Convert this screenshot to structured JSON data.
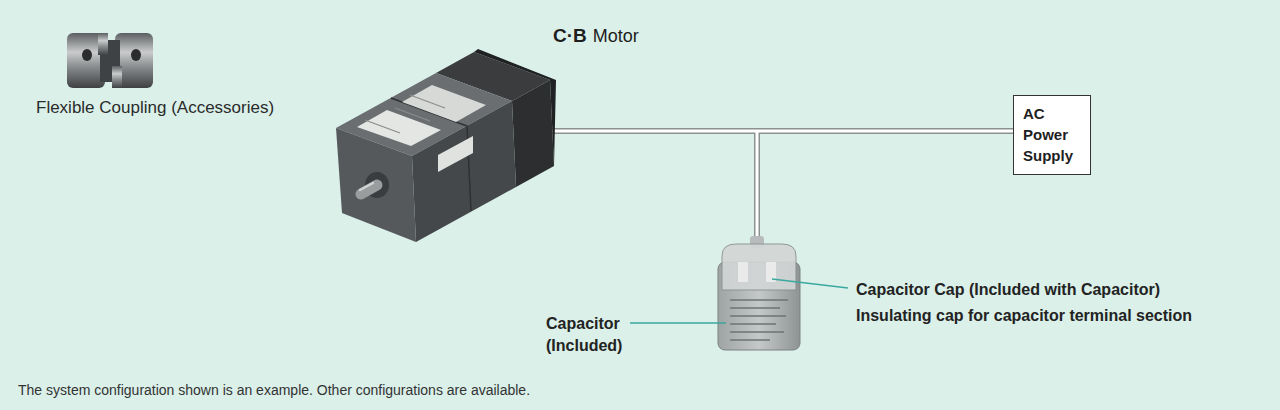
{
  "diagram": {
    "nodes": [
      {
        "text": [
          "AC Power Supply"
        ]
      }
    ],
    "labels": [
      "Flexible Coupling (Accessories)",
      "C·B",
      "Motor",
      "Capacitor (Included)",
      "Capacitor Cap (Included with Capacitor)",
      "Insulating cap for capacitor terminal section",
      "The system configuration shown is an example. Other configurations are available."
    ]
  }
}
